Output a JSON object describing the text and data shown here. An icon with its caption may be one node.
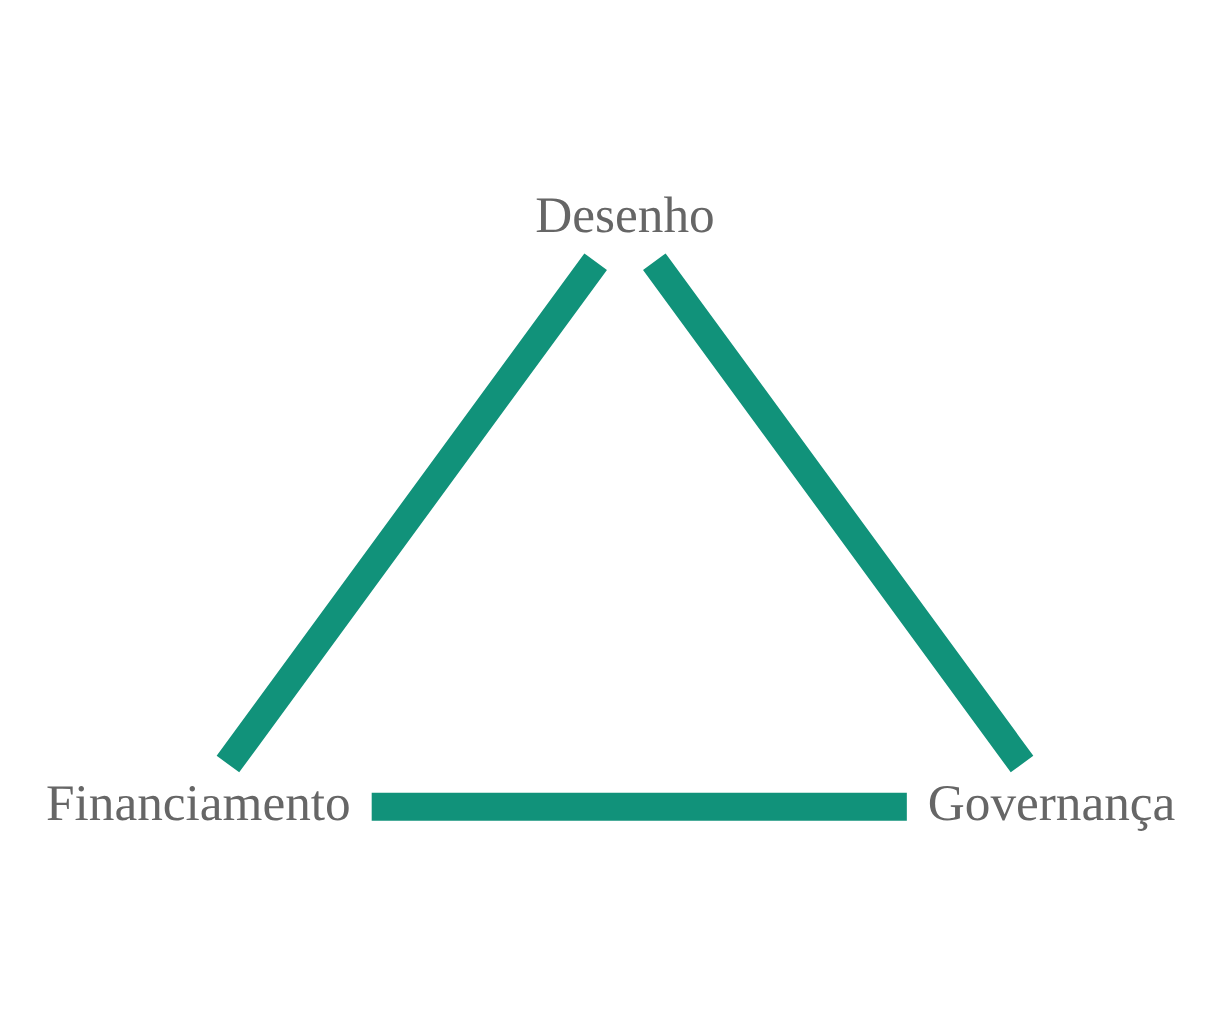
{
  "diagram": {
    "nodes": [
      {
        "text": [
          "Desenho"
        ]
      },
      {
        "text": [
          "Financiamento"
        ]
      },
      {
        "text": [
          "Governança"
        ]
      }
    ],
    "edges": [
      {
        "from": 0,
        "to": 1,
        "arrow": "none"
      },
      {
        "from": 1,
        "to": 2,
        "arrow": "none"
      },
      {
        "from": 2,
        "to": 0,
        "arrow": "none"
      }
    ]
  }
}
